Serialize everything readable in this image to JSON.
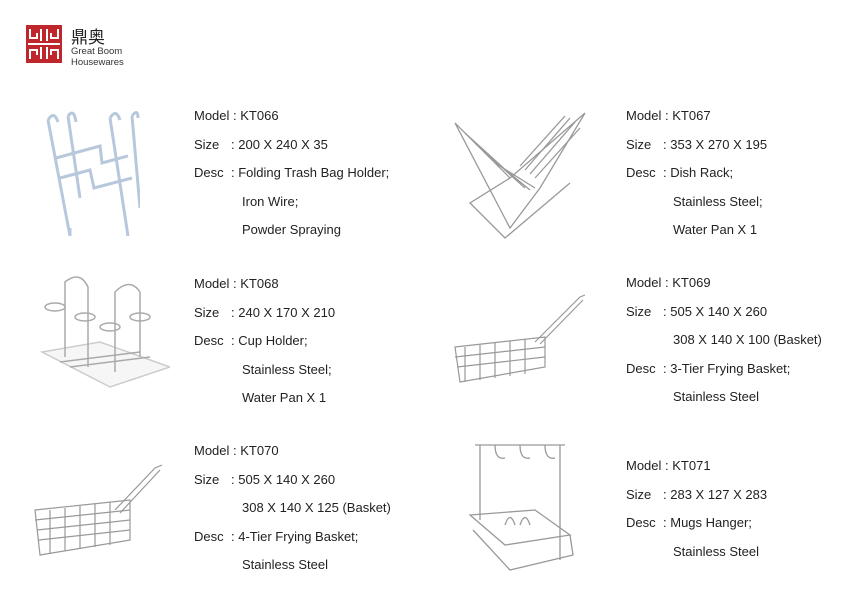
{
  "brand": {
    "name_cn": "鼎奥",
    "name_en_1": "Great Boom",
    "name_en_2": "Housewares",
    "color": "#c0272d"
  },
  "products": [
    {
      "model": "KT066",
      "lines": [
        {
          "label": "Model",
          "sep": " : ",
          "value": "KT066"
        },
        {
          "label": "Size",
          "sep": "   : ",
          "value": "200 X 240 X 35"
        },
        {
          "label": "Desc",
          "sep": "   : ",
          "value": "Folding Trash Bag Holder;"
        },
        {
          "label": "",
          "sep": "",
          "value": "Iron Wire;"
        },
        {
          "label": "",
          "sep": "",
          "value": "Powder Spraying"
        }
      ]
    },
    {
      "model": "KT067",
      "lines": [
        {
          "label": "Model",
          "sep": " : ",
          "value": "KT067"
        },
        {
          "label": "Size",
          "sep": "   : ",
          "value": "353 X 270 X 195"
        },
        {
          "label": "Desc",
          "sep": "   : ",
          "value": "Dish Rack;"
        },
        {
          "label": "",
          "sep": "",
          "value": "Stainless Steel;"
        },
        {
          "label": "",
          "sep": "",
          "value": "Water Pan X 1"
        }
      ]
    },
    {
      "model": "KT068",
      "lines": [
        {
          "label": "Model",
          "sep": " : ",
          "value": "KT068"
        },
        {
          "label": "Size",
          "sep": "   : ",
          "value": "240 X 170 X 210"
        },
        {
          "label": "Desc",
          "sep": "   : ",
          "value": "Cup Holder;"
        },
        {
          "label": "",
          "sep": "",
          "value": "Stainless Steel;"
        },
        {
          "label": "",
          "sep": "",
          "value": "Water Pan X 1"
        }
      ]
    },
    {
      "model": "KT069",
      "lines": [
        {
          "label": "Model",
          "sep": " : ",
          "value": "KT069"
        },
        {
          "label": "Size",
          "sep": "   : ",
          "value": "505 X 140 X 260"
        },
        {
          "label": "",
          "sep": "",
          "value": "308 X 140 X 100 (Basket)"
        },
        {
          "label": "Desc",
          "sep": "   : ",
          "value": "3-Tier Frying Basket;"
        },
        {
          "label": "",
          "sep": "",
          "value": "Stainless Steel"
        }
      ]
    },
    {
      "model": "KT070",
      "lines": [
        {
          "label": "Model",
          "sep": " : ",
          "value": "KT070"
        },
        {
          "label": "Size",
          "sep": "   : ",
          "value": "505 X 140 X 260"
        },
        {
          "label": "",
          "sep": "",
          "value": "308 X 140 X 125 (Basket)"
        },
        {
          "label": "Desc",
          "sep": "   : ",
          "value": "4-Tier Frying Basket;"
        },
        {
          "label": "",
          "sep": "",
          "value": "Stainless Steel"
        }
      ]
    },
    {
      "model": "KT071",
      "lines": [
        {
          "label": "Model",
          "sep": " : ",
          "value": "KT071"
        },
        {
          "label": "Size",
          "sep": "   : ",
          "value": "283 X 127 X 283"
        },
        {
          "label": "Desc",
          "sep": "   : ",
          "value": "Mugs Hanger;"
        },
        {
          "label": "",
          "sep": "",
          "value": "Stainless Steel"
        }
      ]
    }
  ]
}
